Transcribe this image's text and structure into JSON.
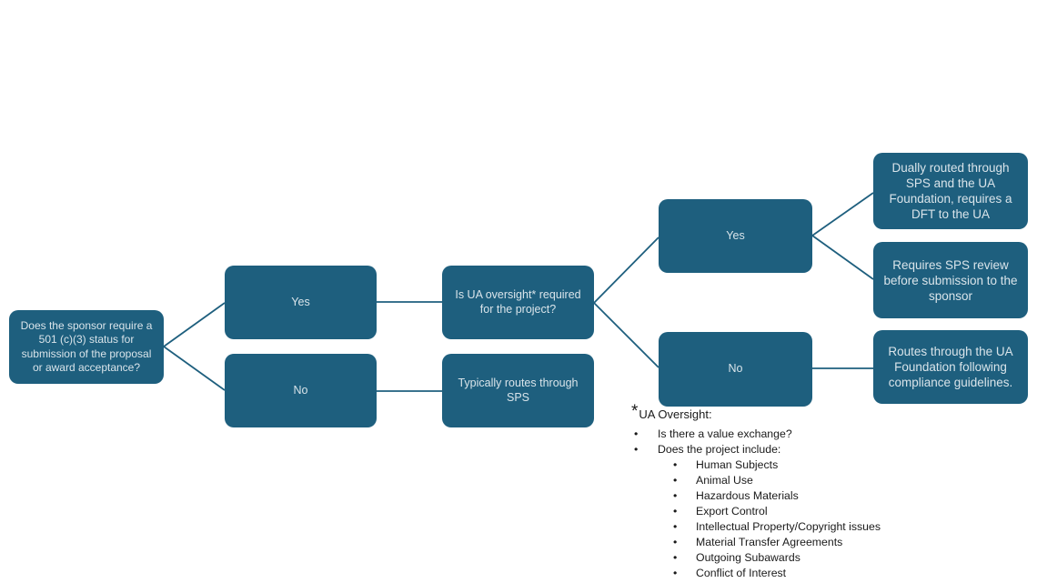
{
  "colors": {
    "box_fill": "#1e5f7e",
    "box_text": "#d9e4ea",
    "connector": "#1e5f7e",
    "note_text": "#1a1a1a",
    "background": "#ffffff"
  },
  "nodes": {
    "q1": {
      "label": "Does the sponsor require a 501 (c)(3) status for submission of the proposal or award acceptance?"
    },
    "yes1": {
      "label": "Yes"
    },
    "no1": {
      "label": "No"
    },
    "oversight": {
      "label": "Is UA oversight* required for the project?"
    },
    "sps": {
      "label": "Typically routes through SPS"
    },
    "yes2": {
      "label": "Yes"
    },
    "no2": {
      "label": "No"
    },
    "dually": {
      "label": "Dually routed through SPS and the UA Foundation, requires a DFT to the UA"
    },
    "review": {
      "label": "Requires SPS review before submission to the sponsor"
    },
    "foundation": {
      "label": "Routes through the UA Foundation following compliance guidelines."
    }
  },
  "footnote": {
    "marker": "*",
    "title": "UA Oversight:",
    "bullets": [
      "Is there a value exchange?",
      "Does the project include:"
    ],
    "sub_bullets": [
      "Human Subjects",
      "Animal Use",
      "Hazardous Materials",
      "Export Control",
      "Intellectual Property/Copyright issues",
      "Material Transfer Agreements",
      "Outgoing Subawards",
      "Conflict of Interest"
    ]
  }
}
